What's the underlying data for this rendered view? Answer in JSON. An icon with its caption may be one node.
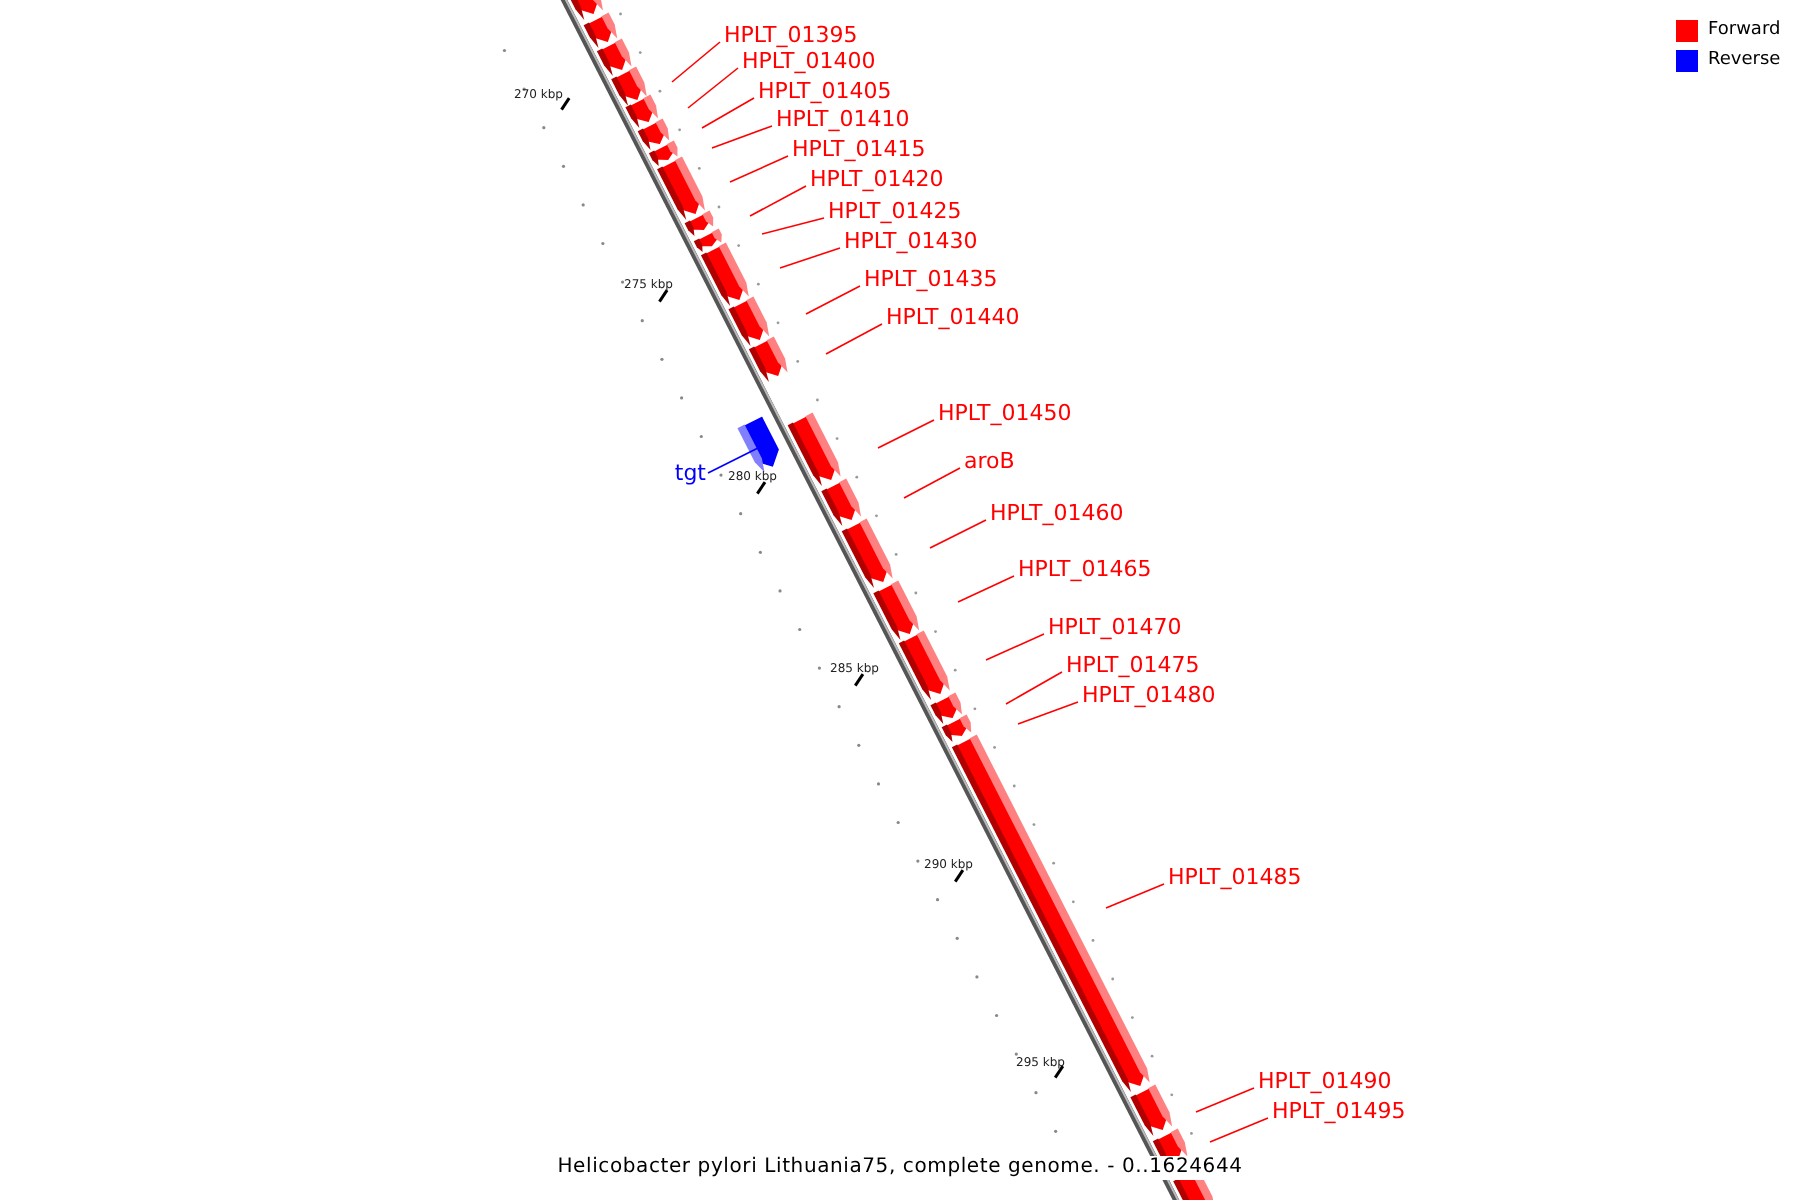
{
  "diagram": {
    "caption": "Helicobacter pylori Lithuania75, complete genome. - 0..1624644",
    "nodes": [
      {
        "text": [
          "HPLT_01395"
        ]
      },
      {
        "text": [
          "HPLT_01400"
        ]
      },
      {
        "text": [
          "HPLT_01405"
        ]
      },
      {
        "text": [
          "HPLT_01410"
        ]
      },
      {
        "text": [
          "HPLT_01415"
        ]
      },
      {
        "text": [
          "HPLT_01420"
        ]
      },
      {
        "text": [
          "HPLT_01425"
        ]
      },
      {
        "text": [
          "HPLT_01430"
        ]
      },
      {
        "text": [
          "HPLT_01435"
        ]
      },
      {
        "text": [
          "HPLT_01440"
        ]
      },
      {
        "text": [
          "HPLT_01450"
        ]
      },
      {
        "text": [
          "aroB"
        ]
      },
      {
        "text": [
          "tgt"
        ]
      },
      {
        "text": [
          "HPLT_01460"
        ]
      },
      {
        "text": [
          "HPLT_01465"
        ]
      },
      {
        "text": [
          "HPLT_01470"
        ]
      },
      {
        "text": [
          "HPLT_01475"
        ]
      },
      {
        "text": [
          "HPLT_01480"
        ]
      },
      {
        "text": [
          "HPLT_01485"
        ]
      },
      {
        "text": [
          "HPLT_01490"
        ]
      },
      {
        "text": [
          "HPLT_01495"
        ]
      }
    ],
    "edges": [
      {
        "from": 0,
        "to": null,
        "arrow": "none"
      },
      {
        "from": 1,
        "to": null,
        "arrow": "none"
      },
      {
        "from": 2,
        "to": null,
        "arrow": "none"
      },
      {
        "from": 3,
        "to": null,
        "arrow": "none"
      },
      {
        "from": 4,
        "to": null,
        "arrow": "none"
      },
      {
        "from": 5,
        "to": null,
        "arrow": "none"
      },
      {
        "from": 6,
        "to": null,
        "arrow": "none"
      },
      {
        "from": 7,
        "to": null,
        "arrow": "none"
      },
      {
        "from": 8,
        "to": null,
        "arrow": "none"
      },
      {
        "from": 9,
        "to": null,
        "arrow": "none"
      },
      {
        "from": 10,
        "to": null,
        "arrow": "none"
      },
      {
        "from": 11,
        "to": null,
        "arrow": "none"
      },
      {
        "from": 12,
        "to": null,
        "arrow": "none",
        "color": "#0000ff"
      },
      {
        "from": 13,
        "to": null,
        "arrow": "none"
      },
      {
        "from": 14,
        "to": null,
        "arrow": "none"
      },
      {
        "from": 15,
        "to": null,
        "arrow": "none"
      },
      {
        "from": 16,
        "to": null,
        "arrow": "none"
      },
      {
        "from": 17,
        "to": null,
        "arrow": "none"
      },
      {
        "from": 18,
        "to": null,
        "arrow": "none"
      },
      {
        "from": 19,
        "to": null,
        "arrow": "none"
      },
      {
        "from": 20,
        "to": null,
        "arrow": "none"
      }
    ],
    "labels": [
      "270 kbp",
      "275 kbp",
      "280 kbp",
      "285 kbp",
      "290 kbp",
      "295 kbp"
    ],
    "legend": [
      {
        "text": "Forward",
        "color": "#ff0000"
      },
      {
        "text": "Reverse",
        "color": "#0000ff"
      }
    ]
  }
}
